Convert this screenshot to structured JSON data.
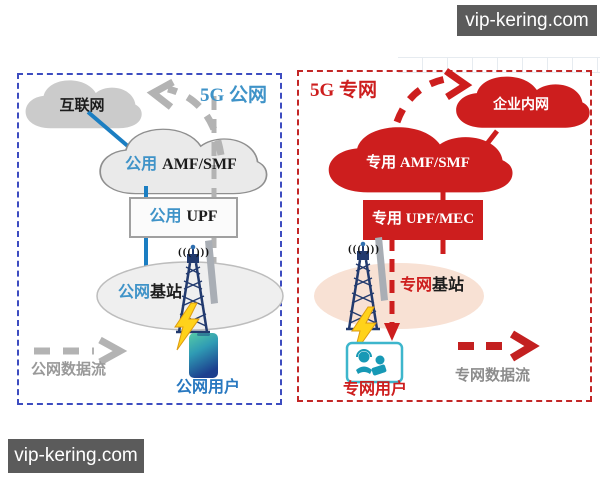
{
  "watermark": {
    "text": "vip-kering.com"
  },
  "left_panel": {
    "title": "5G 公网",
    "internet_cloud_label": "互联网",
    "amf_cloud": {
      "prefix": "公用",
      "name": "AMF/SMF"
    },
    "upf_box": {
      "prefix": "公用",
      "name": "UPF"
    },
    "base_station": {
      "prefix": "公网",
      "suffix": "基站"
    },
    "signal_glyph": "(((  )))",
    "user_label": "公网用户",
    "data_flow_label": "公网数据流"
  },
  "right_panel": {
    "title": "5G 专网",
    "enterprise_cloud_label": "企业内网",
    "amf_cloud_label": "专用 AMF/SMF",
    "upf_box_label": "专用 UPF/MEC",
    "base_station": {
      "prefix": "专网",
      "suffix": "基站"
    },
    "signal_glyph": "(((  )))",
    "user_label": "专网用户",
    "data_flow_label": "专网数据流"
  },
  "colors": {
    "public_accent": "#3f93c8",
    "public_border": "#3d4cc0",
    "public_line": "#1b7ec2",
    "private_accent": "#cd1e1e",
    "private_border": "#c32626",
    "gray_flow": "#b3b3b3",
    "badge_bg": "#5b5b5b",
    "station_ellipse_public": "#efefef",
    "station_ellipse_private": "#f8e1d4",
    "user_box_teal": "#3db6cc"
  }
}
